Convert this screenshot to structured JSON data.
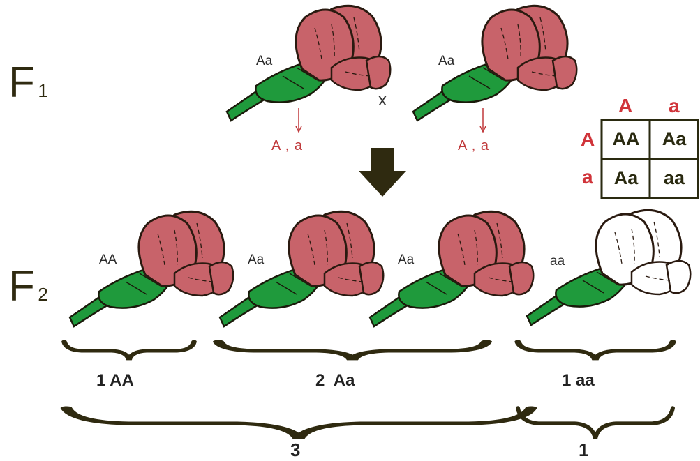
{
  "generations": {
    "f1": {
      "letter": "F",
      "sub": "1"
    },
    "f2": {
      "letter": "F",
      "sub": "2"
    }
  },
  "f1_parents": [
    {
      "genotype": "Aa",
      "gametes": "A , a",
      "flower_color": "red"
    },
    {
      "genotype": "Aa",
      "gametes": "A , a",
      "flower_color": "red"
    }
  ],
  "cross_symbol": "x",
  "punnett": {
    "col_headers": [
      "A",
      "a"
    ],
    "row_headers": [
      "A",
      "a"
    ],
    "cells": [
      [
        "AA",
        "Aa"
      ],
      [
        "Aa",
        "aa"
      ]
    ]
  },
  "f2_offspring": [
    {
      "genotype": "AA",
      "flower_color": "red"
    },
    {
      "genotype": "Aa",
      "flower_color": "red"
    },
    {
      "genotype": "Aa",
      "flower_color": "red"
    },
    {
      "genotype": "aa",
      "flower_color": "white"
    }
  ],
  "groups": [
    "1 AA",
    "2  Aa",
    "1 aa"
  ],
  "phenotype_ratio": [
    "3",
    "1"
  ],
  "colors": {
    "petal_red": "#c8636a",
    "petal_white": "#ffffff",
    "stem_green": "#1f9a3c",
    "outline": "#2a1a10",
    "gamete_red": "#c0393b",
    "brace": "#2f2a10"
  }
}
